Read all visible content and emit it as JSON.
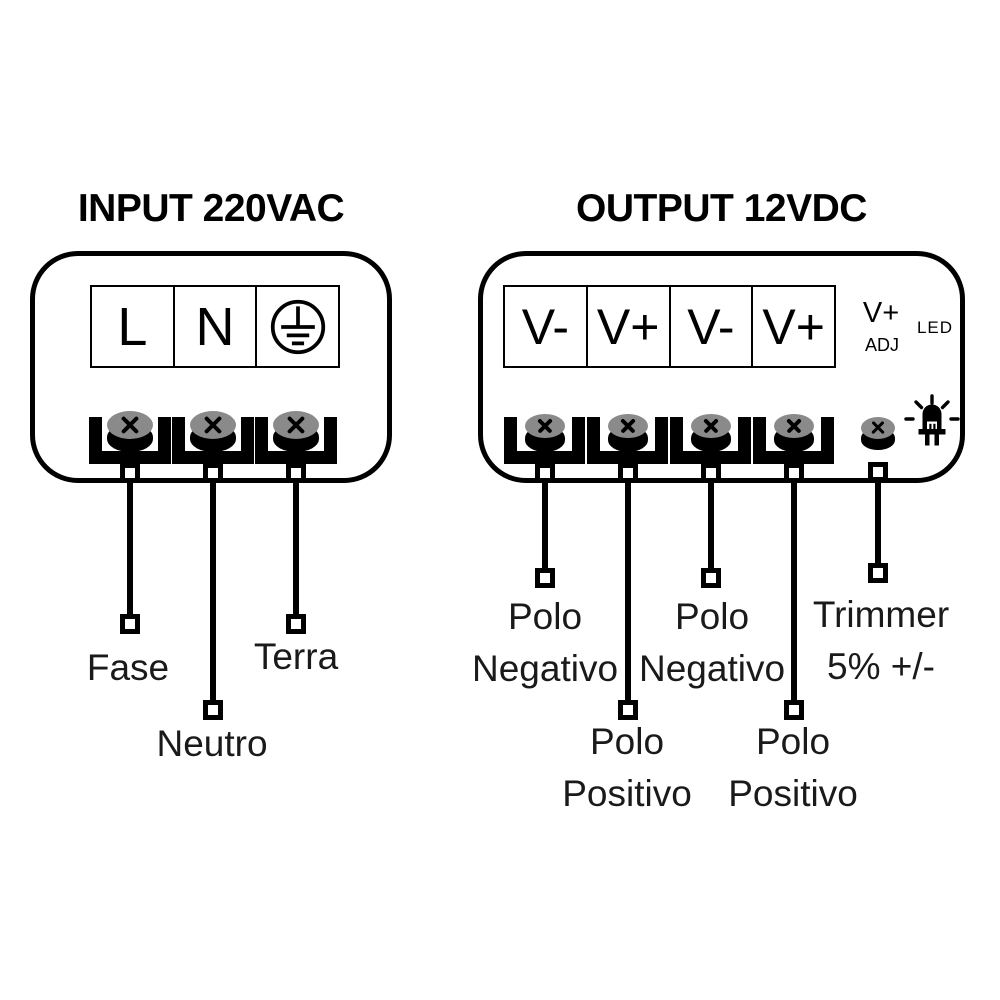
{
  "diagram": {
    "input": {
      "title": "INPUT 220VAC",
      "terminal_labels": [
        "L",
        "N"
      ],
      "earth_icon": "protective-earth",
      "wire_labels": [
        "Fase",
        "Neutro",
        "Terra"
      ]
    },
    "output": {
      "title": "OUTPUT 12VDC",
      "terminal_labels": [
        "V-",
        "V+",
        "V-",
        "V+"
      ],
      "adj": {
        "line1": "V+",
        "line2": "ADJ"
      },
      "led_label": "LED",
      "wire_labels": [
        {
          "line1": "Polo",
          "line2": "Negativo"
        },
        {
          "line1": "Polo",
          "line2": "Positivo"
        },
        {
          "line1": "Polo",
          "line2": "Negativo"
        },
        {
          "line1": "Polo",
          "line2": "Positivo"
        },
        {
          "line1": "Trimmer",
          "line2": "5% +/-"
        }
      ]
    },
    "colors": {
      "ink": "#000000",
      "screw_gray": "#8a8a8a",
      "background": "#ffffff"
    }
  }
}
